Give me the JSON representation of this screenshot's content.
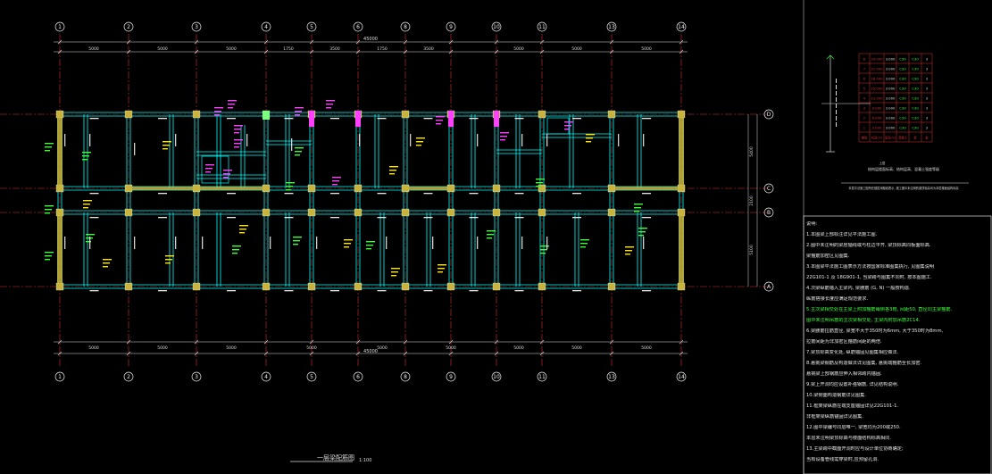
{
  "drawing": {
    "title": "一层梁配筋图",
    "scale": "1:100",
    "grid_columns": [
      "1",
      "2",
      "3",
      "4",
      "5",
      "6",
      "8",
      "9",
      "10",
      "11",
      "13",
      "14"
    ],
    "grid_rows": [
      "D",
      "C",
      "B",
      "A"
    ],
    "total_length": "45000",
    "bay_spans_top": [
      "5000",
      "5000",
      "5000",
      "1750",
      "3500",
      "1750",
      "3500",
      "5000",
      "5000",
      "5000"
    ],
    "bay_spans_bottom": [
      "5000",
      "5000",
      "5000",
      "5000",
      "5000",
      "5000",
      "5000",
      "5000",
      "5000"
    ],
    "row_dims_right": [
      "5400",
      "2100",
      "5100"
    ]
  },
  "legend": {
    "header": [
      "楼层",
      "标高(m)",
      "层高(m)",
      "混凝土",
      "梁",
      "板"
    ],
    "rows": [
      [
        "8",
        "24.000",
        "3.000",
        "C30",
        "C30",
        "3"
      ],
      [
        "7",
        "21.000",
        "3.000",
        "C30",
        "C30",
        "3"
      ],
      [
        "6",
        "18.000",
        "3.000",
        "C30",
        "C30",
        "3"
      ],
      [
        "5",
        "15.000",
        "3.000",
        "C30",
        "C30",
        "3"
      ],
      [
        "4",
        "12.000",
        "3.000",
        "C30",
        "C30",
        "3"
      ],
      [
        "3",
        "9.000",
        "3.000",
        "C30",
        "C30",
        "3"
      ],
      [
        "2",
        "6.000",
        "3.000",
        "C30",
        "C30",
        "3"
      ],
      [
        "1",
        "3.000",
        "3.000",
        "C30",
        "C30",
        "3"
      ]
    ],
    "caption1": "结构层楼面标高、结构层高、混凝土强度等级",
    "caption2": "本层平法施工图所在楼层用粗线表示, 施工图中未注明的梁顶标高均为本层楼面结构标高"
  },
  "notes": [
    "说明:",
    "1.本图梁上部标注详见平法施工图.",
    "2.图中未注明的梁居轴线或与柱边平齐, 梁顶标高同板面标高.",
    "   梁箍筋加密区见图集.",
    "3.本图梁平法施工图表示方法按国家标准图集执行, 见图集说明",
    "   22G101-1 及 18G901-1, 当梁跨与图集不同时, 按本图施工.",
    "4.次梁纵筋锚入主梁内,  梁腰筋 (G, N) 一般按构造.",
    "   纵筋搭接长度应满足规范要求.",
    "5.主次梁相交处在主梁上附加箍筋每侧各3根, 间距50, 直径同主梁箍筋.",
    "   图中未注明吊筋的主次梁相交处, 主梁内附加吊筋2C14.",
    "6.梁腰筋拉筋直径, 梁宽不大于350时为6mm, 大于350时为8mm,",
    "   拉筋间距为非加密区箍筋间距的两倍.",
    "7.梁顶标高变化处, 纵筋锚固见图集相应做法.",
    "8.悬挑梁钢筋及构造做法详见图集, 悬挑端箍筋全长加密.",
    "   悬挑梁上部钢筋应伸入相邻跨内锚固.",
    "9.梁上开洞均应设置补强钢筋, 详见结构说明.",
    "10.梁侧面构造钢筋详见图集.",
    "11.框架梁纵筋在端支座锚固详见22G101-1.",
    "   非框架梁纵筋锚固详见图集.",
    "12.图中梁编号同层唯一, 梁宽均为200或250.",
    "   本层未注明梁顶标高与楼面结构标高相同.",
    "13.主梁跨中截面开洞时应与设计单位协商确定;",
    "   当有设备管线需穿梁时,应预留孔洞."
  ],
  "colors": {
    "background": "#000000",
    "axis": "#d23030",
    "beam_edge": "#00ffff",
    "column": "#c8b43c",
    "label_yellow": "#ffe600",
    "label_green": "#38ff38",
    "label_magenta": "#ff40ff",
    "highlight_note": "#3cff3c"
  }
}
